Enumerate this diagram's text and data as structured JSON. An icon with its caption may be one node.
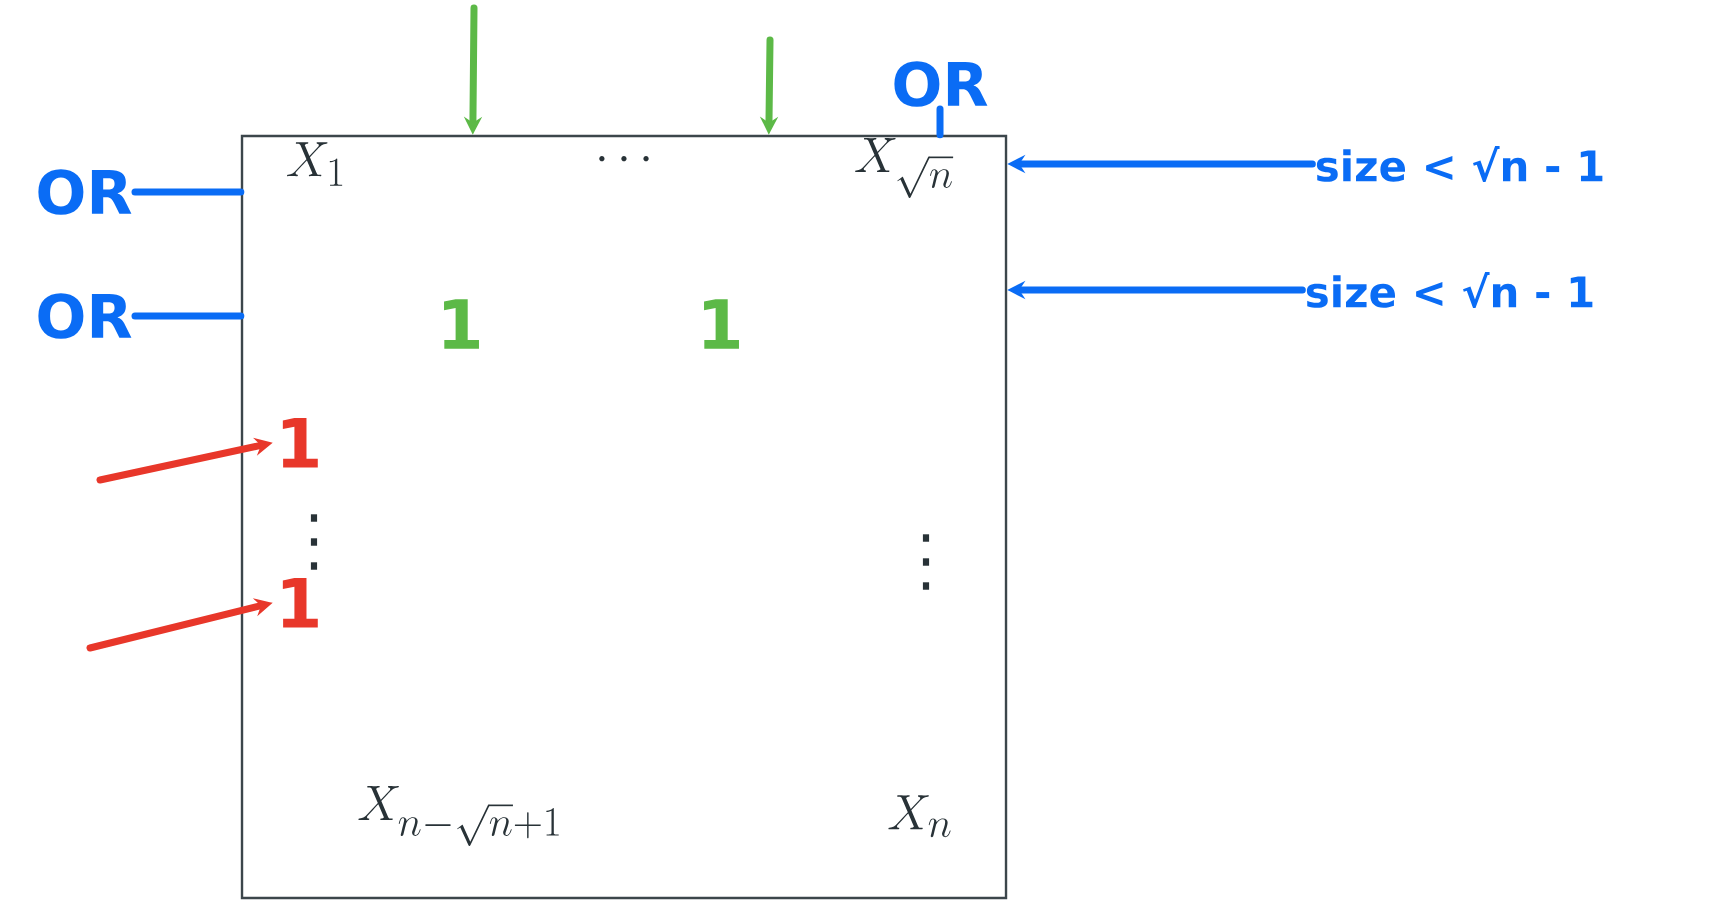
{
  "diagram": {
    "nodes": [
      {
        "text": [],
        "shape": "box"
      },
      {
        "text": [
          "OR"
        ]
      },
      {
        "text": [
          "OR"
        ]
      },
      {
        "text": [
          "OR"
        ]
      },
      {
        "text": [
          "size < √n - 1"
        ]
      },
      {
        "text": [
          "size < √n - 1"
        ]
      },
      {
        "text": [
          "1"
        ],
        "in": 0
      },
      {
        "text": [
          "1"
        ],
        "in": 0
      }
    ],
    "edges": [
      {
        "from": 1,
        "to": 0,
        "arrow": "none"
      },
      {
        "from": 2,
        "to": 0,
        "arrow": "none"
      },
      {
        "from": 3,
        "to": 0,
        "arrow": "none"
      },
      {
        "from": 4,
        "to": 0,
        "arrow": "to"
      },
      {
        "from": 5,
        "to": 0,
        "arrow": "to"
      },
      {
        "from": null,
        "to": 0,
        "arrow": "to",
        "color": "#5cb947"
      },
      {
        "from": null,
        "to": 0,
        "arrow": "to",
        "color": "#5cb947"
      },
      {
        "from": null,
        "to": 6,
        "arrow": "to",
        "color": "#e8372a"
      },
      {
        "from": null,
        "to": 7,
        "arrow": "to",
        "color": "#e8372a"
      }
    ],
    "labels": [
      "X_1",
      "\\cdots",
      "X_{\\sqrt{n}}",
      "1",
      "1",
      "\\vdots",
      "\\vdots",
      "X_{n-\\sqrt{n}+1}",
      "X_n"
    ]
  }
}
